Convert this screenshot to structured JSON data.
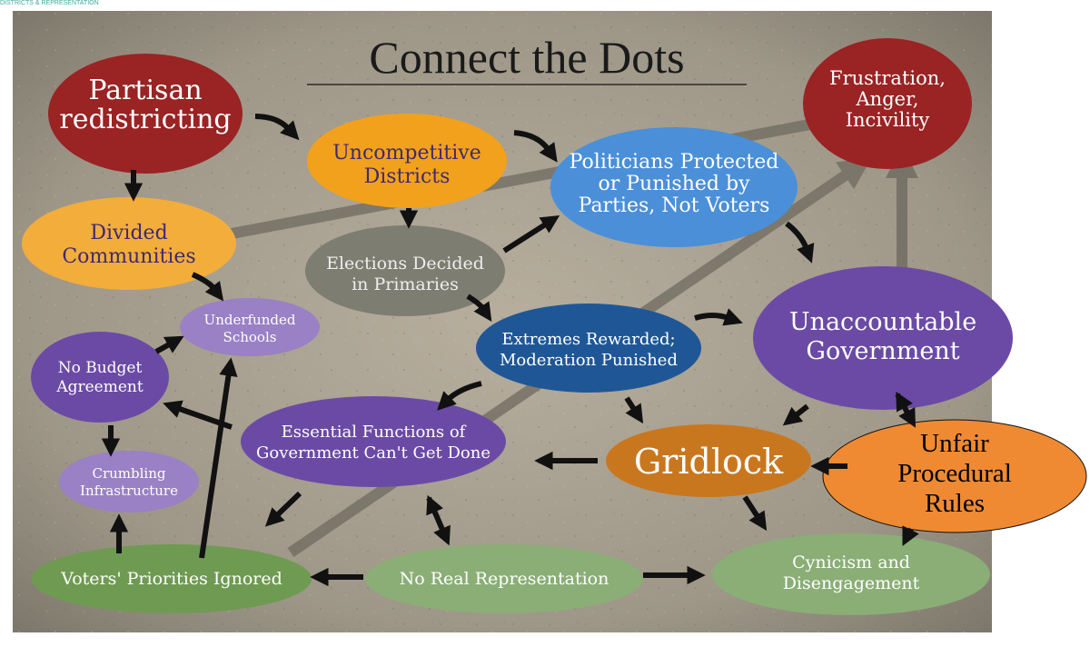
{
  "watermark": "DISTRICTS & REPRESENTATION",
  "title": "Connect the Dots",
  "nodes": {
    "partisan": [
      "Partisan",
      "redistricting"
    ],
    "uncompetitive": [
      "Uncompetitive",
      "Districts"
    ],
    "politicians": [
      "Politicians Protected",
      "or Punished by",
      "Parties, Not Voters"
    ],
    "frustration": [
      "Frustration,",
      "Anger,",
      "Incivility"
    ],
    "divided": [
      "Divided",
      "Communities"
    ],
    "elections": [
      "Elections Decided",
      "in Primaries"
    ],
    "underfunded": [
      "Underfunded",
      "Schools"
    ],
    "extremes": [
      "Extremes Rewarded;",
      "Moderation Punished"
    ],
    "unaccountable": [
      "Unaccountable",
      "Government"
    ],
    "budget": [
      "No Budget",
      "Agreement"
    ],
    "essential": [
      "Essential Functions of",
      "Government Can't Get Done"
    ],
    "gridlock": [
      "Gridlock"
    ],
    "procedural": [
      "Unfair",
      "Procedural",
      "Rules"
    ],
    "crumbling": [
      "Crumbling",
      "Infrastructure"
    ],
    "voters": [
      "Voters' Priorities Ignored"
    ],
    "representation": [
      "No Real Representation"
    ],
    "cynicism": [
      "Cynicism and",
      "Disengagement"
    ]
  },
  "colors": {
    "red": "#9a2324",
    "orange": "#f2a11d",
    "light_orange": "#f3ad3b",
    "blue": "#4a8fd8",
    "dark_blue": "#1f5796",
    "gray": "#7d7d72",
    "purple": "#6b4aa6",
    "light_purple": "#9a80c4",
    "brown_orange": "#c9771f",
    "bright_orange": "#ef8a32",
    "green": "#6f9a52"
  }
}
